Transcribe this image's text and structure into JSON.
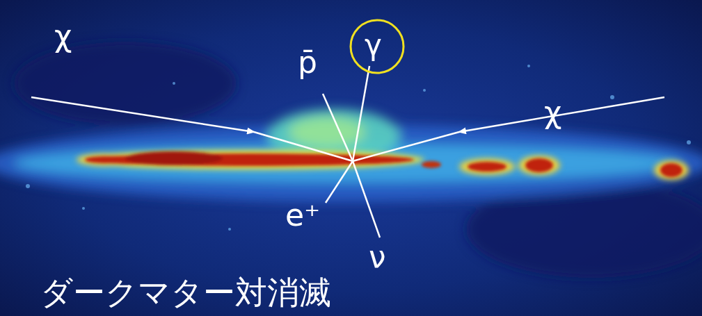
{
  "diagram": {
    "labels": [
      "χ",
      "p̄",
      "γ",
      "χ",
      "e⁺",
      "ν",
      "ダークマター対消滅"
    ]
  }
}
